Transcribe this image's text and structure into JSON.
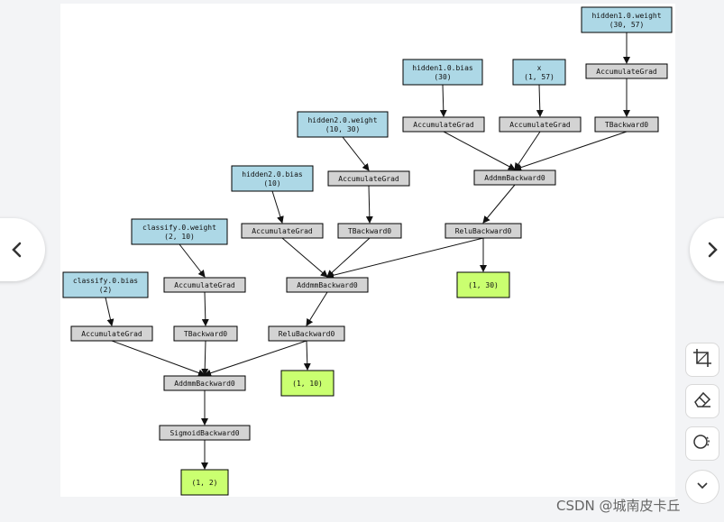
{
  "graph": {
    "nodes": [
      {
        "id": "hidden1.0.weight_p",
        "kind": "param",
        "lines": [
          "hidden1.0.weight",
          "(30, 57)"
        ]
      },
      {
        "id": "acc_h1w",
        "kind": "op",
        "lines": [
          "AccumulateGrad"
        ]
      },
      {
        "id": "hidden1.0.bias_p",
        "kind": "param",
        "lines": [
          "hidden1.0.bias",
          "(30)"
        ]
      },
      {
        "id": "x_p",
        "kind": "param",
        "lines": [
          "x",
          "(1, 57)"
        ]
      },
      {
        "id": "acc_h1b",
        "kind": "op",
        "lines": [
          "AccumulateGrad"
        ]
      },
      {
        "id": "acc_x",
        "kind": "op",
        "lines": [
          "AccumulateGrad"
        ]
      },
      {
        "id": "t_h1",
        "kind": "op",
        "lines": [
          "TBackward0"
        ]
      },
      {
        "id": "hidden2.0.weight_p",
        "kind": "param",
        "lines": [
          "hidden2.0.weight",
          "(10, 30)"
        ]
      },
      {
        "id": "addmm1",
        "kind": "op",
        "lines": [
          "AddmmBackward0"
        ]
      },
      {
        "id": "hidden2.0.bias_p",
        "kind": "param",
        "lines": [
          "hidden2.0.bias",
          "(10)"
        ]
      },
      {
        "id": "acc_h2w",
        "kind": "op",
        "lines": [
          "AccumulateGrad"
        ]
      },
      {
        "id": "acc_h2b",
        "kind": "op",
        "lines": [
          "AccumulateGrad"
        ]
      },
      {
        "id": "t_h2",
        "kind": "op",
        "lines": [
          "TBackward0"
        ]
      },
      {
        "id": "relu1",
        "kind": "op",
        "lines": [
          "ReluBackward0"
        ]
      },
      {
        "id": "classify.0.weight_p",
        "kind": "param",
        "lines": [
          "classify.0.weight",
          "(2, 10)"
        ]
      },
      {
        "id": "out_30",
        "kind": "out",
        "lines": [
          "(1, 30)"
        ]
      },
      {
        "id": "classify.0.bias_p",
        "kind": "param",
        "lines": [
          "classify.0.bias",
          "(2)"
        ]
      },
      {
        "id": "acc_cw",
        "kind": "op",
        "lines": [
          "AccumulateGrad"
        ]
      },
      {
        "id": "addmm2",
        "kind": "op",
        "lines": [
          "AddmmBackward0"
        ]
      },
      {
        "id": "acc_cb",
        "kind": "op",
        "lines": [
          "AccumulateGrad"
        ]
      },
      {
        "id": "t_c",
        "kind": "op",
        "lines": [
          "TBackward0"
        ]
      },
      {
        "id": "relu2",
        "kind": "op",
        "lines": [
          "ReluBackward0"
        ]
      },
      {
        "id": "out_10",
        "kind": "out",
        "lines": [
          "(1, 10)"
        ]
      },
      {
        "id": "addmm3",
        "kind": "op",
        "lines": [
          "AddmmBackward0"
        ]
      },
      {
        "id": "sigmoid",
        "kind": "op",
        "lines": [
          "SigmoidBackward0"
        ]
      },
      {
        "id": "out_2",
        "kind": "out",
        "lines": [
          "(1, 2)"
        ]
      }
    ],
    "edges": [
      [
        "hidden1.0.weight_p",
        "acc_h1w"
      ],
      [
        "hidden1.0.bias_p",
        "acc_h1b"
      ],
      [
        "x_p",
        "acc_x"
      ],
      [
        "acc_h1w",
        "t_h1"
      ],
      [
        "acc_h1b",
        "addmm1"
      ],
      [
        "acc_x",
        "addmm1"
      ],
      [
        "t_h1",
        "addmm1"
      ],
      [
        "addmm1",
        "relu1"
      ],
      [
        "relu1",
        "out_30"
      ],
      [
        "hidden2.0.weight_p",
        "acc_h2w"
      ],
      [
        "acc_h2w",
        "t_h2"
      ],
      [
        "hidden2.0.bias_p",
        "acc_h2b"
      ],
      [
        "acc_h2b",
        "addmm2"
      ],
      [
        "t_h2",
        "addmm2"
      ],
      [
        "relu1",
        "addmm2"
      ],
      [
        "addmm2",
        "relu2"
      ],
      [
        "relu2",
        "out_10"
      ],
      [
        "classify.0.weight_p",
        "acc_cw"
      ],
      [
        "acc_cw",
        "t_c"
      ],
      [
        "classify.0.bias_p",
        "acc_cb"
      ],
      [
        "acc_cb",
        "addmm3"
      ],
      [
        "t_c",
        "addmm3"
      ],
      [
        "relu2",
        "addmm3"
      ],
      [
        "addmm3",
        "sigmoid"
      ],
      [
        "sigmoid",
        "out_2"
      ]
    ]
  },
  "icons": {
    "prev": "chevron-left-icon",
    "next": "chevron-right-icon",
    "crop": "crop-icon",
    "erase": "eraser-icon",
    "lasso": "lasso-select-icon",
    "more": "chevron-down-icon"
  },
  "watermark": "CSDN @城南皮卡丘",
  "colors": {
    "param": "#add8e6",
    "op": "#d3d3d3",
    "output": "#caff70"
  }
}
